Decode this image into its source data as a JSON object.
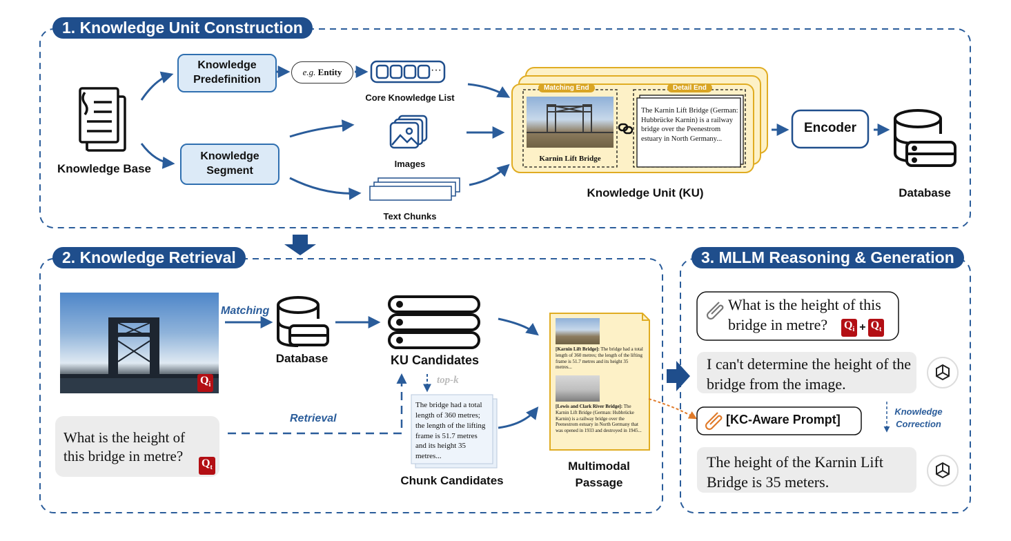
{
  "sections": {
    "construction": "1. Knowledge Unit Construction",
    "retrieval": "2. Knowledge Retrieval",
    "reasoning": "3. MLLM Reasoning & Generation"
  },
  "construction": {
    "knowledge_base": "Knowledge Base",
    "predefinition": "Knowledge Predefinition",
    "segment": "Knowledge Segment",
    "eg": "e.g.",
    "entity": "Entity",
    "ellipsis": "···",
    "core_list": "Core Knowledge List",
    "images": "Images",
    "text_chunks": "Text Chunks",
    "matching_end": "Matching End",
    "detail_end": "Detail End",
    "ku_caption": "Karnin Lift Bridge",
    "ku_text": "The Karnin Lift Bridge (German: Hubbrücke Karnin) is a railway bridge over the Peenestrom estuary in North Germany...",
    "ku_label": "Knowledge Unit (KU)",
    "encoder": "Encoder",
    "database": "Database"
  },
  "retrieval": {
    "matching": "Matching",
    "retrieval_label": "Retrieval",
    "database": "Database",
    "ku_candidates": "KU Candidates",
    "topk": "top-k",
    "chunk_text": "The bridge had a total length of 360 metres; the length of the lifting frame is 51.7 metres and its height 35 metres...",
    "chunk_candidates": "Chunk Candidates",
    "query_text": "What is the height of this bridge in metre?",
    "qi": "Q",
    "qi_sub": "i",
    "qt": "Q",
    "qt_sub": "t",
    "passage_label_1": "Multimodal",
    "passage_label_2": "Passage",
    "passage_head_1": "[Karnin Lift Bridge]:",
    "passage_body_1": "The bridge had a total length of 360 metres; the length of the lifting frame is 51.7 metres and its height 35 metres...",
    "passage_head_2": "[Lewis and Clark River Bridge]:",
    "passage_body_2": "The Karnin Lift Bridge (German: Hubbrücke Karnin) is a railway bridge over the Peenestrom estuary in North Germany that was opened in 1933 and destroyed in 1945..."
  },
  "reasoning": {
    "question": "What is the height of this bridge in metre?",
    "plus": "+",
    "answer_wrong": "I can't determine the height of the bridge from the image.",
    "prompt": "[KC-Aware Prompt]",
    "correction": "Knowledge Correction",
    "answer_right": "The height of the Karnin Lift Bridge is 35 meters."
  },
  "colors": {
    "navy": "#1f4e8c",
    "arrow": "#2a5c9a",
    "ku_fill": "#fdf1c7",
    "ku_border": "#e0ac22",
    "badge_red": "#b30f14",
    "chat_gray": "#ececec",
    "dashed_orange": "#e07b2a"
  },
  "icons": [
    "document-icon",
    "image-icon",
    "database-icon",
    "link-icon",
    "server-stack-icon",
    "paperclip-icon",
    "openai-icon"
  ]
}
